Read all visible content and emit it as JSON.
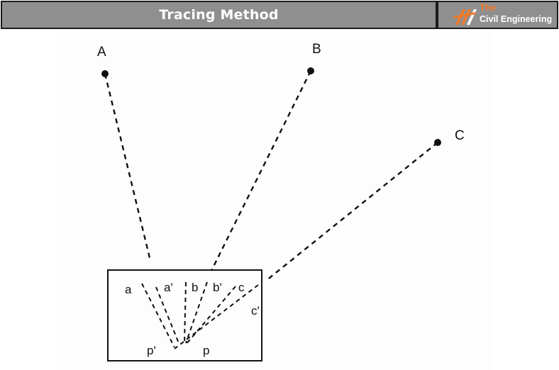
{
  "header": {
    "title": "Tracing Method",
    "logo": {
      "line1": "The",
      "line2": "Civil Engineering"
    }
  },
  "diagram": {
    "stations": {
      "A": "A",
      "B": "B",
      "C": "C"
    },
    "sheet_labels": {
      "a": "a",
      "a_prime": "a'",
      "b": "b",
      "b_prime": "b'",
      "c": "c",
      "c_prime": "c'",
      "p": "p",
      "p_prime": "p'"
    }
  },
  "colors": {
    "accent": "#f07a2a",
    "header_bg": "#8f8f8f",
    "ink": "#111111"
  }
}
